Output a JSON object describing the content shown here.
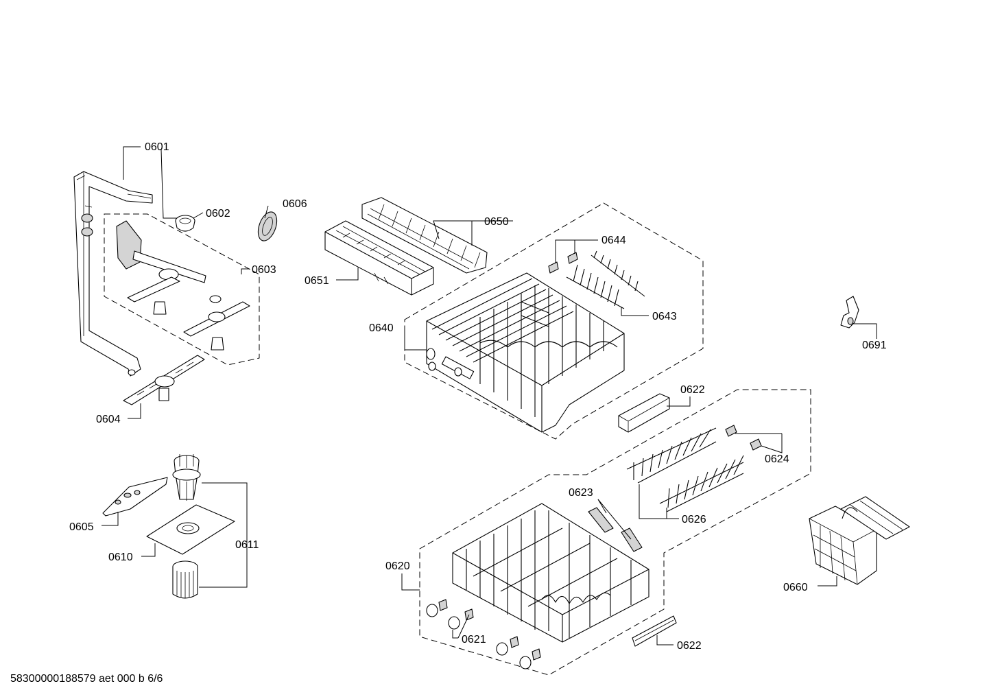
{
  "diagram": {
    "labels": {
      "p0601": "0601",
      "p0602": "0602",
      "p0603": "0603",
      "p0604": "0604",
      "p0605": "0605",
      "p0606": "0606",
      "p0610": "0610",
      "p0611": "0611",
      "p0620": "0620",
      "p0621": "0621",
      "p0622a": "0622",
      "p0622b": "0622",
      "p0623": "0623",
      "p0624": "0624",
      "p0626": "0626",
      "p0640": "0640",
      "p0643": "0643",
      "p0644": "0644",
      "p0650": "0650",
      "p0651": "0651",
      "p0660": "0660",
      "p0691": "0691"
    }
  },
  "footer": {
    "document_code": "58300000188579 aet 000 b 6/6"
  }
}
